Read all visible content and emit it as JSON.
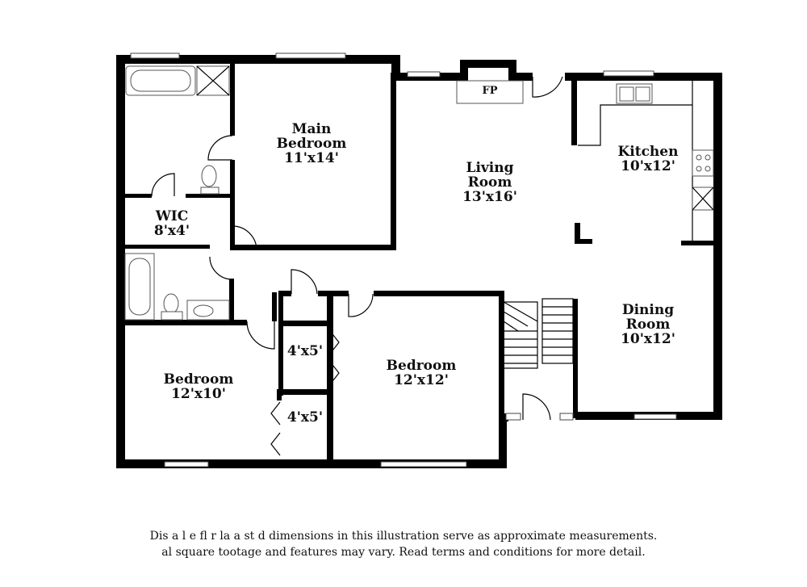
{
  "rooms": {
    "main_bedroom": {
      "name_line1": "Main",
      "name_line2": "Bedroom",
      "dims": "11'x14'"
    },
    "living_room": {
      "name_line1": "Living",
      "name_line2": "Room",
      "dims": "13'x16'"
    },
    "kitchen": {
      "name": "Kitchen",
      "dims": "10'x12'"
    },
    "wic": {
      "name": "WIC",
      "dims": "8'x4'"
    },
    "dining_room": {
      "name_line1": "Dining",
      "name_line2": "Room",
      "dims": "10'x12'"
    },
    "bedroom_center": {
      "name": "Bedroom",
      "dims": "12'x12'"
    },
    "bedroom_left": {
      "name": "Bedroom",
      "dims": "12'x10'"
    },
    "closet_upper": {
      "dims": "4'x5'"
    },
    "closet_lower": {
      "dims": "4'x5'"
    }
  },
  "fireplace": {
    "label": "FP"
  },
  "disclaimer": {
    "line1": "Dis a   l  e fl  r  la  a  st  d dimensions in this illustration serve as approximate measurements.",
    "line2": "  al square tootage and features may vary. Read terms and conditions for more detail."
  }
}
